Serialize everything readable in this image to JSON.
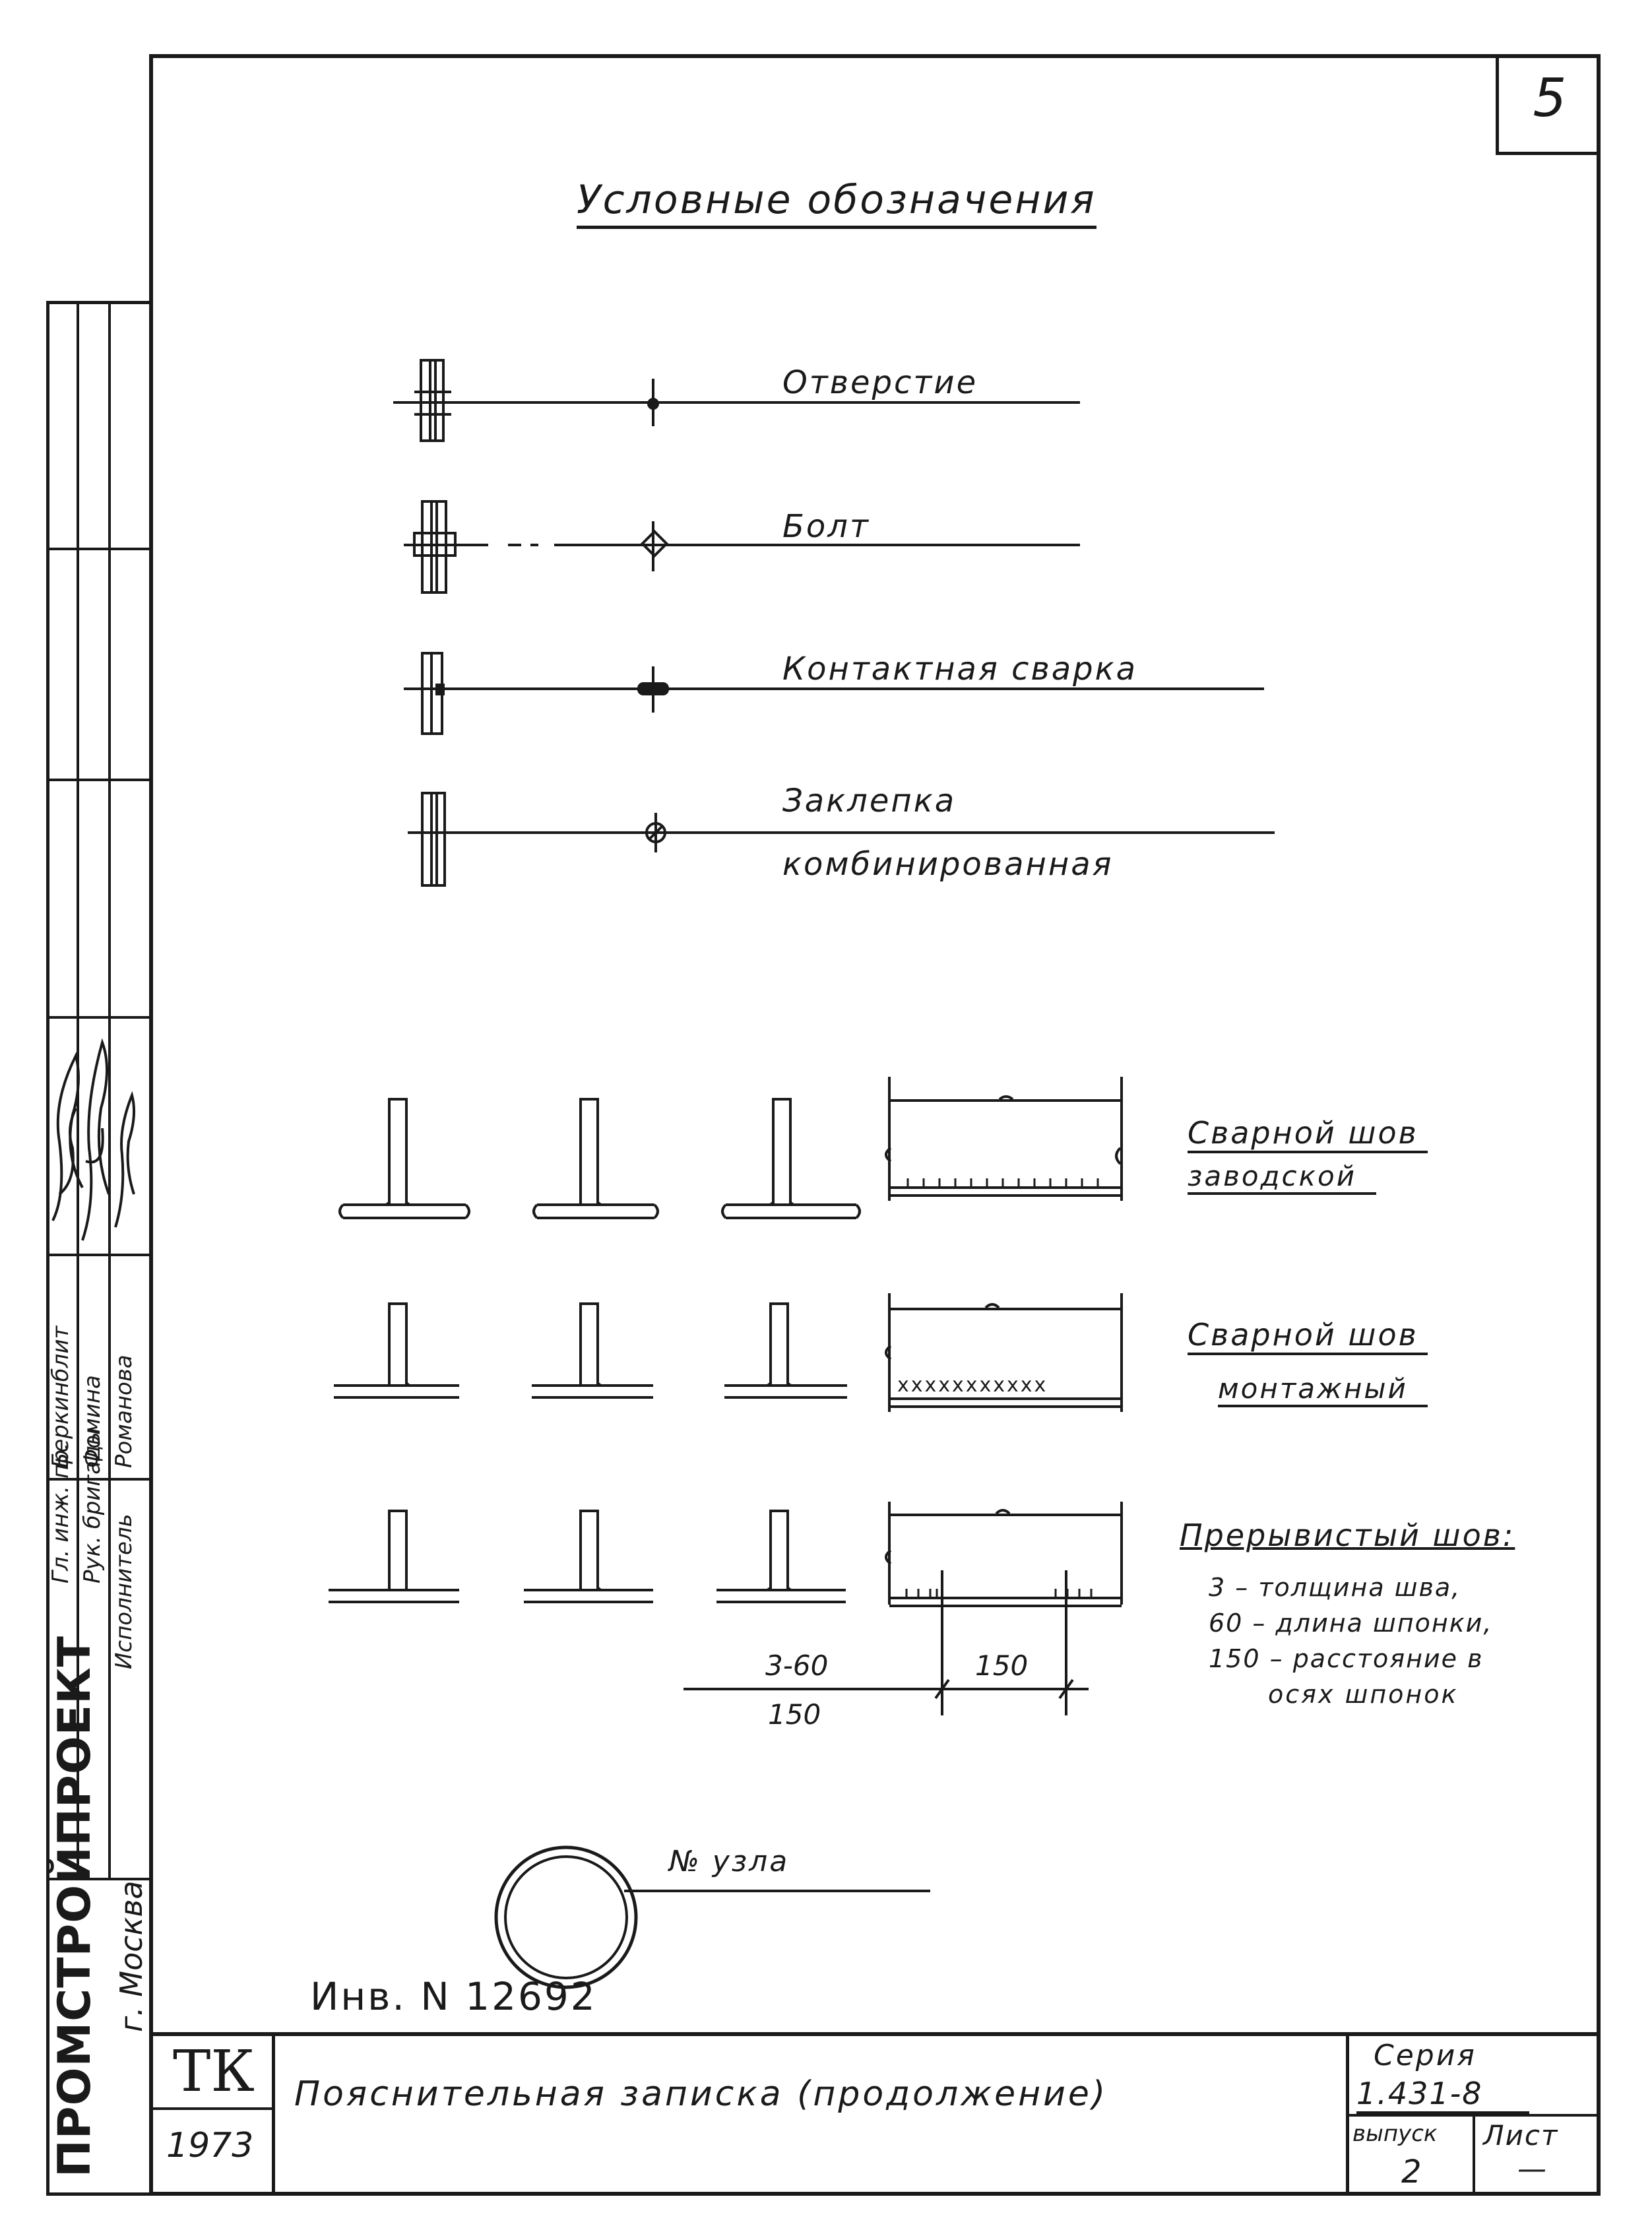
{
  "sheet": {
    "page_number": "5",
    "title": "Условные обозначения",
    "inventory": "Инв. N 12692",
    "org_left": "ПРОМСТРОЙПРОЕКТ",
    "city": "г. Москва",
    "main_caption": "Пояснительная записка (продолжение)",
    "tk_label": "ТК",
    "year": "1973",
    "series_label": "Серия",
    "series_value": "1.431-8",
    "issue_label": "выпуск",
    "issue_value": "2",
    "sheet_label": "Лист",
    "sheet_value": "—"
  },
  "staff": [
    {
      "role": "Гл. инж. пр.",
      "name": "Беркинблит"
    },
    {
      "role": "Рук. бригады",
      "name": "Фомина"
    },
    {
      "role": "Исполнитель",
      "name": "Романова"
    }
  ],
  "legend": {
    "hole": "Отверстие",
    "bolt": "Болт",
    "contact_weld": "Контактная сварка",
    "rivet_line1": "Заклепка",
    "rivet_line2": "комбинированная"
  },
  "welds": {
    "factory_line1": "Сварной шов",
    "factory_line2": "заводской",
    "field_line1": "Сварной шов",
    "field_line2": "монтажный",
    "intermittent_title": "Прерывистый шов:",
    "intermittent_desc": [
      "3 – толщина шва,",
      "60 – длина шпонки,",
      "150 – расстояние в",
      "осях шпонок"
    ],
    "formula_top": "3-60",
    "formula_bottom": "150",
    "dimension": "150",
    "field_marks": "xxxxxxxxxxx"
  },
  "node": {
    "label": "№ узла"
  }
}
